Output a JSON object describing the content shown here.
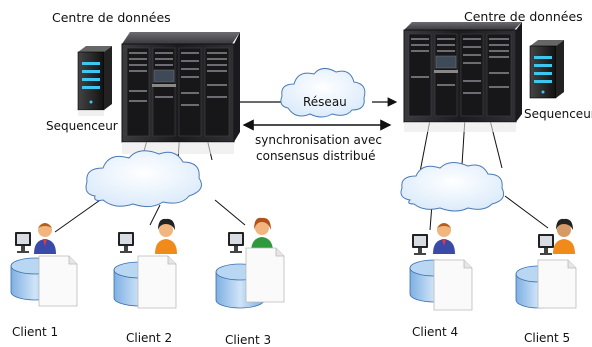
{
  "datacenters": [
    {
      "title": "Centre de données",
      "sequencer_label": "Sequenceur"
    },
    {
      "title": "Centre de données",
      "sequencer_label": "Sequenceur"
    }
  ],
  "network": {
    "label": "Réseau",
    "link_label_line1": "synchronisation avec",
    "link_label_line2": "consensus distribué"
  },
  "clients": [
    {
      "label": "Client 1"
    },
    {
      "label": "Client 2"
    },
    {
      "label": "Client 3"
    },
    {
      "label": "Client 4"
    },
    {
      "label": "Client 5"
    }
  ],
  "colors": {
    "cloud_fill": "#dcecfb",
    "cloud_stroke": "#4b79b5",
    "rack_body": "#2a2a2e",
    "db_blue": "#9ec5ec",
    "shirt_blue": "#3a4aa8",
    "shirt_orange": "#f08a1a",
    "shirt_green": "#2e9a3e"
  }
}
